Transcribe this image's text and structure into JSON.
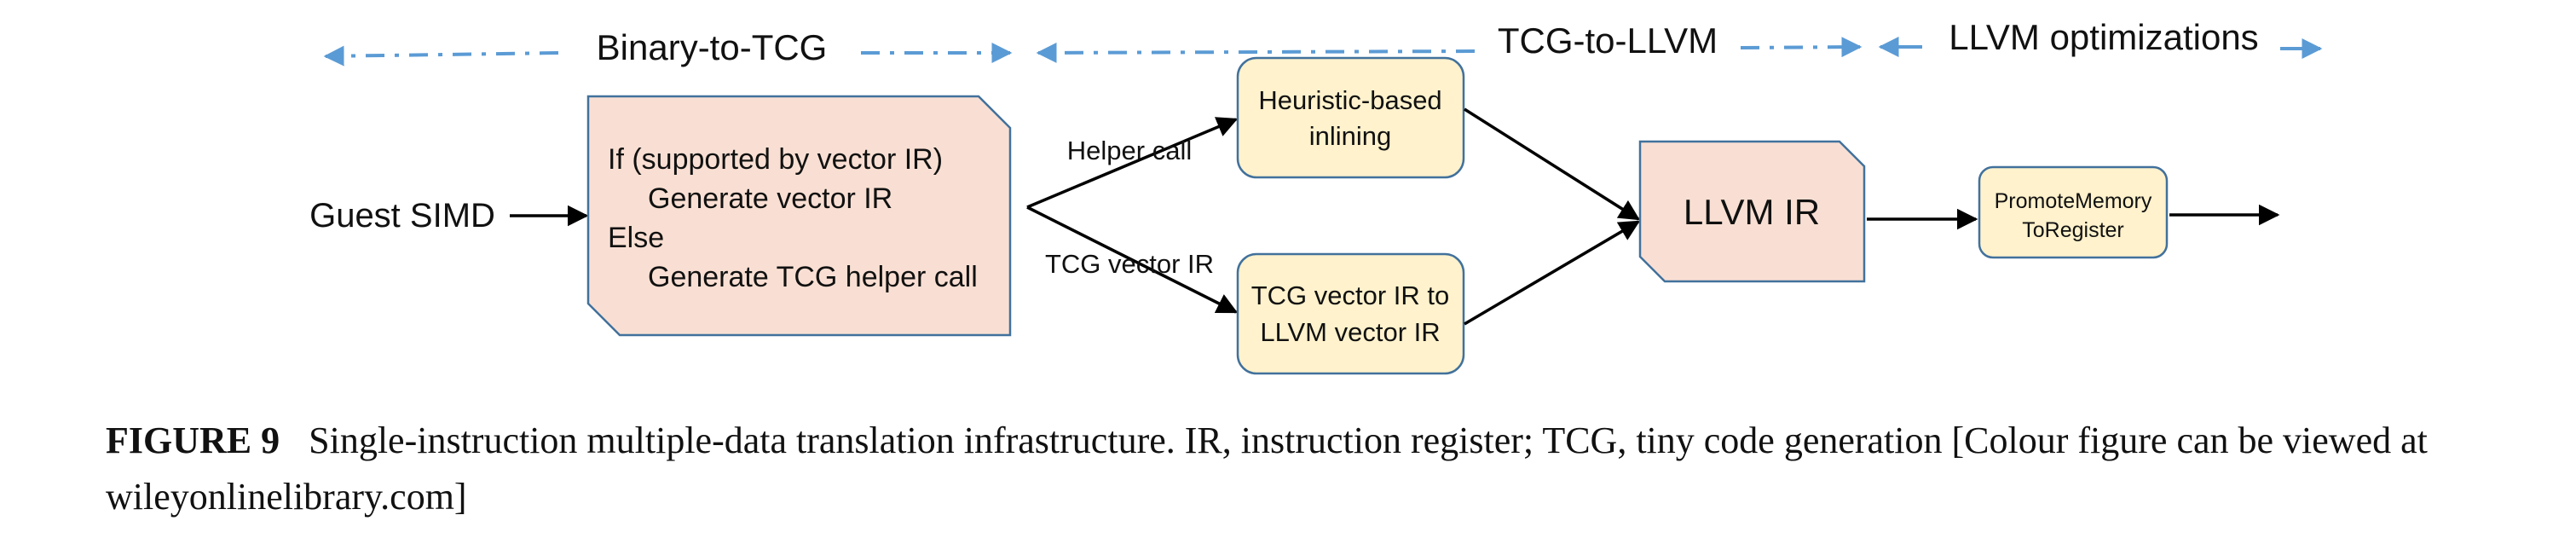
{
  "phases": {
    "binary_to_tcg": "Binary-to-TCG",
    "tcg_to_llvm": "TCG-to-LLVM",
    "llvm_optimizations": "LLVM optimizations"
  },
  "nodes": {
    "guest_simd": "Guest SIMD",
    "decision": {
      "line1": "If (supported by  vector IR)",
      "line2": "Generate vector IR",
      "line3": "Else",
      "line4": "Generate TCG helper call"
    },
    "inlining": {
      "line1": "Heuristic-based",
      "line2": "inlining"
    },
    "vector_conv": {
      "line1": "TCG vector IR to",
      "line2": "LLVM vector IR"
    },
    "llvm_ir": "LLVM IR",
    "promote": {
      "line1": "PromoteMemory",
      "line2": "ToRegister"
    }
  },
  "edges": {
    "helper_call": "Helper call",
    "tcg_vector_ir": "TCG vector IR"
  },
  "caption": {
    "label": "FIGURE 9",
    "text": "Single-instruction multiple-data translation infrastructure. IR, instruction register; TCG, tiny code generation [Colour figure can be viewed at wileyonlinelibrary.com]"
  },
  "colors": {
    "phase_line": "#5b9bd5",
    "decision_fill": "#f9dfd3",
    "stage_fill": "#fff2cc",
    "box_border": "#41719c",
    "arrow": "#000000"
  }
}
